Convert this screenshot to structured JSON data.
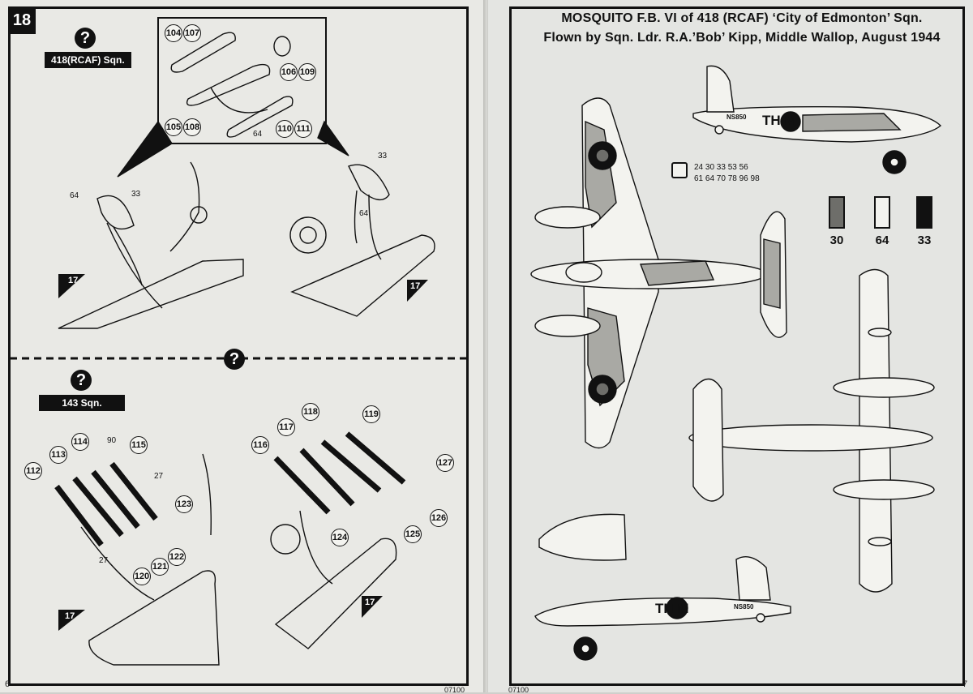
{
  "step_number": "18",
  "left_page_number": "6",
  "right_page_number": "7",
  "left_footer_code": "07100",
  "right_footer_code": "07100",
  "variant_a": {
    "squadron": "418(RCAF) Sqn.",
    "question": "?"
  },
  "variant_b": {
    "squadron": "143 Sqn.",
    "question": "?"
  },
  "divider_question": "?",
  "inset_parts": [
    "104",
    "107",
    "106",
    "109",
    "105",
    "108",
    "110",
    "111"
  ],
  "inset_label": "64",
  "top_labels": {
    "left_paint_a": "64",
    "left_paint_b": "33",
    "right_paint_a": "33",
    "right_paint_b": "64"
  },
  "wing_ref": "17",
  "rocket_parts_left": [
    "112",
    "113",
    "114",
    "115",
    "120",
    "121",
    "122",
    "123"
  ],
  "rocket_labels_left": {
    "a": "90",
    "b": "27",
    "c": "27"
  },
  "rocket_parts_right": [
    "116",
    "117",
    "118",
    "119",
    "124",
    "125",
    "126",
    "127"
  ],
  "markings": {
    "title_line1": "MOSQUITO F.B. VI of 418 (RCAF) ‘City of Edmonton’ Sqn.",
    "title_line2": "Flown by Sqn. Ldr. R.A.’Bob’ Kipp, Middle Wallop, August 1944",
    "paint_codes_line1": "24 30 33 53 56",
    "paint_codes_line2": "61 64 70 78 96 98",
    "code_letters": "TH   M",
    "serial": "NS850",
    "swatches": [
      {
        "label": "30",
        "color": "#6e6e6a"
      },
      {
        "label": "64",
        "color": "#f2f2ee"
      },
      {
        "label": "33",
        "color": "#111111"
      }
    ]
  },
  "colors": {
    "ink": "#111111",
    "camo": "#a9a9a4",
    "paper": "#e9e9e5"
  }
}
